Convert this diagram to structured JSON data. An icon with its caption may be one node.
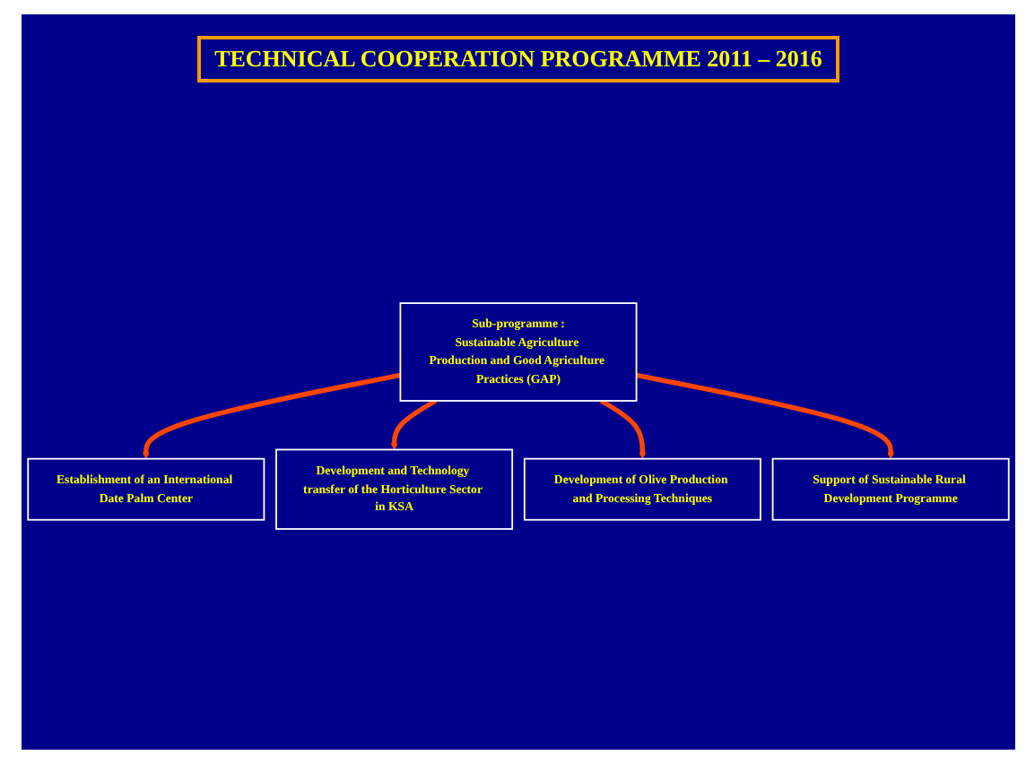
{
  "diagram": {
    "title": "TECHNICAL COOPERATION PROGRAMME 2011 – 2016",
    "nodes": [
      {
        "text": [
          "Sub-programme :",
          "Sustainable Agriculture Production and Good Agriculture Practices (GAP)"
        ]
      },
      {
        "text": [
          "Establishment of an International Date Palm Center"
        ]
      },
      {
        "text": [
          "Development of Olive Production and Processing Techniques"
        ]
      },
      {
        "text": [
          "Development and Technology transfer of the Horticulture Sector in KSA"
        ]
      },
      {
        "text": [
          "Support of Sustainable Rural Development Programme"
        ]
      }
    ],
    "edges": [
      {
        "from": 0,
        "to": 1,
        "arrow": "to"
      },
      {
        "from": 0,
        "to": 3,
        "arrow": "to"
      },
      {
        "from": 0,
        "to": 2,
        "arrow": "to"
      },
      {
        "from": 0,
        "to": 4,
        "arrow": "to"
      }
    ]
  }
}
